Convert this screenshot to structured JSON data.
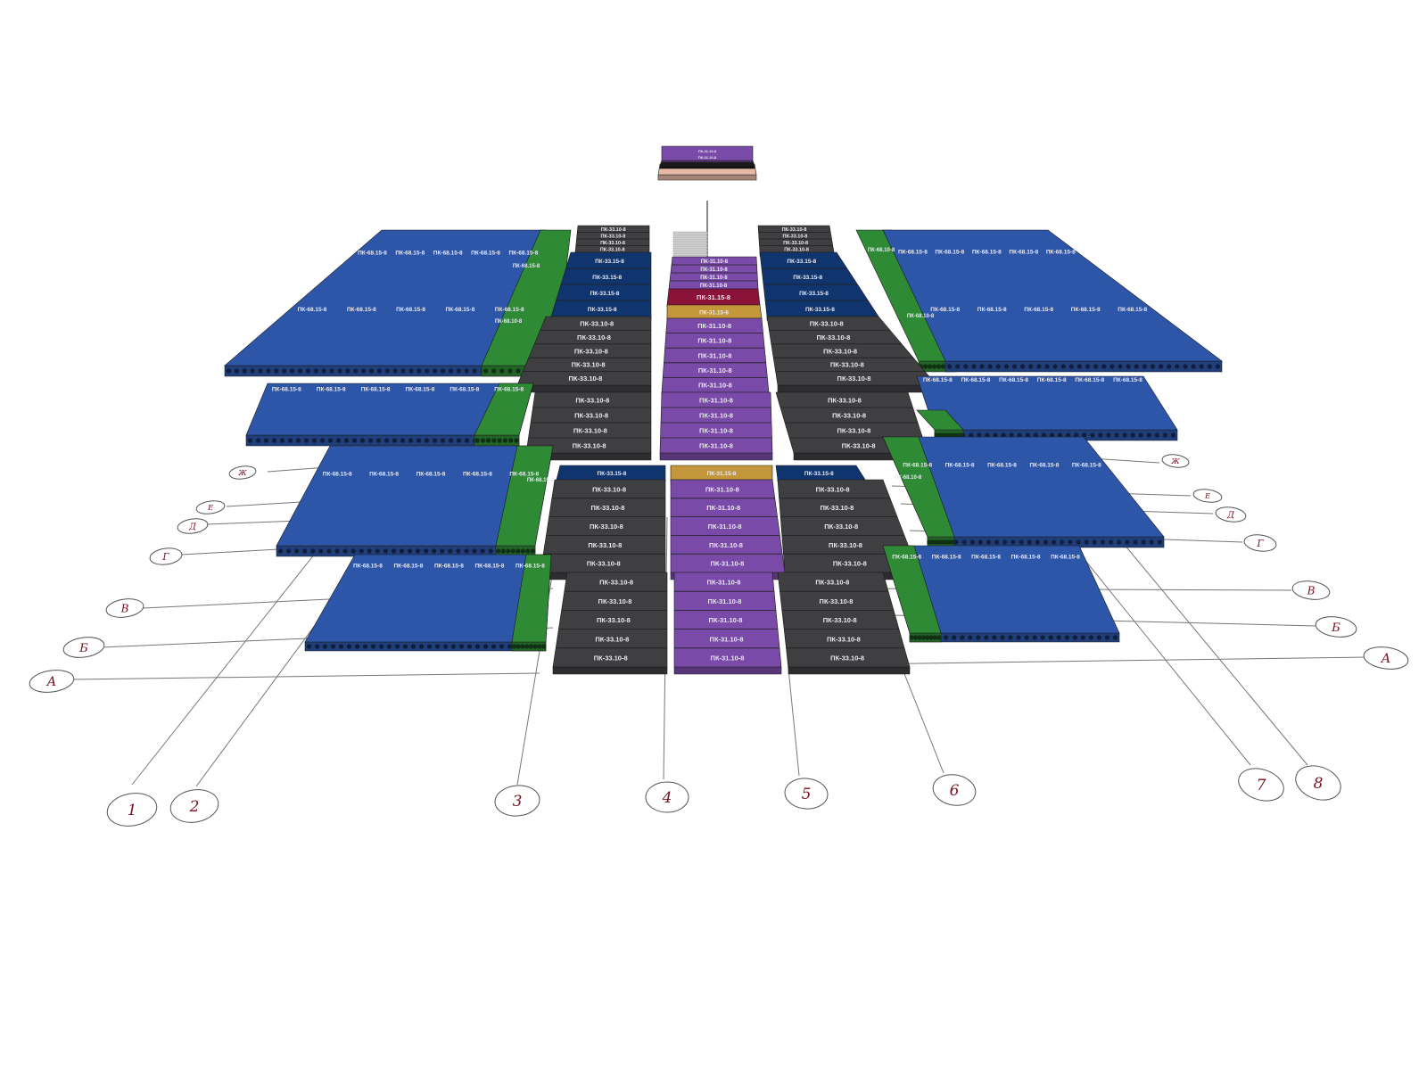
{
  "colors": {
    "blue": "#2d56a8",
    "blue_dark": "#1f3f86",
    "navy": "#10356e",
    "green": "#2f8a36",
    "gray": "#3f3f42",
    "purple": "#7a4aa8",
    "crimson": "#8b1238",
    "gold": "#c4973d",
    "axis_text": "#7a1020"
  },
  "slab_marks": {
    "pk68_15": "ПК-68.15-8",
    "pk68_10": "ПК-68.10-8",
    "pk33_10": "ПК-33.10-8",
    "pk33_15": "ПК-33.15-8",
    "pk31_10": "ПК-31.10-8",
    "pk31_15": "ПК-31.15-8"
  },
  "axes": {
    "letters_left": [
      "Ж",
      "Е",
      "Д",
      "Г",
      "В",
      "Б",
      "А"
    ],
    "letters_right": [
      "Ж",
      "Е",
      "Д",
      "Г",
      "В",
      "Б",
      "А"
    ],
    "numbers": [
      "1",
      "2",
      "3",
      "4",
      "5",
      "6",
      "7",
      "8"
    ]
  }
}
